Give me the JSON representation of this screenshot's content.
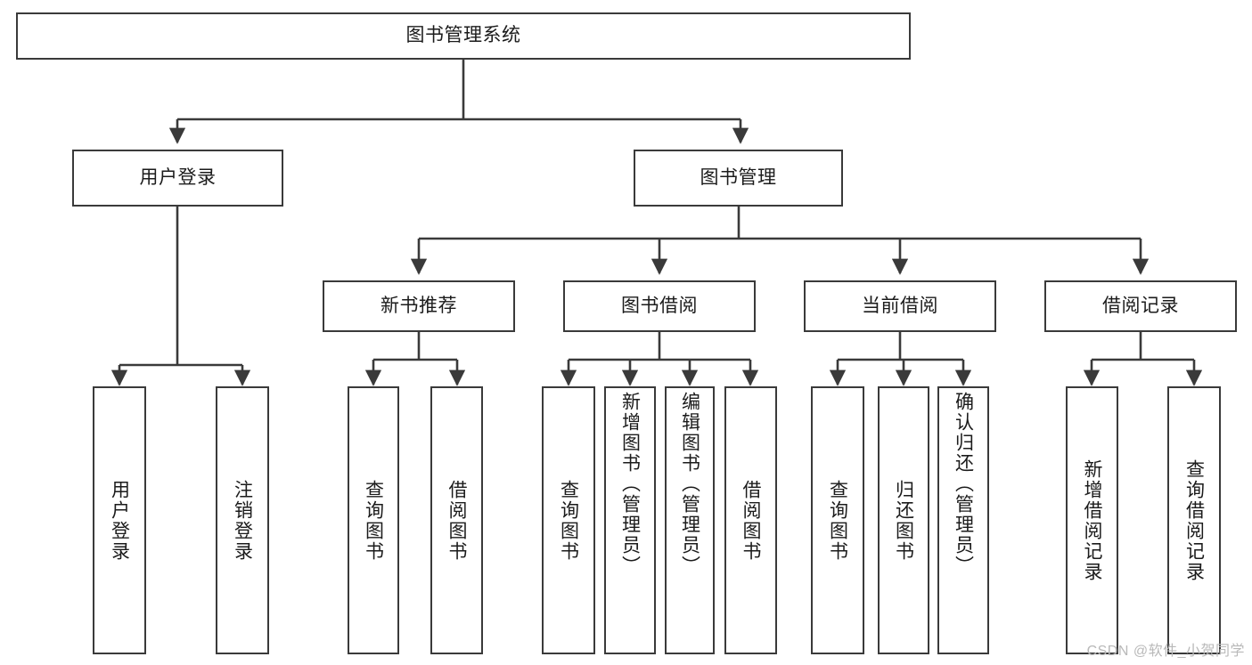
{
  "diagram": {
    "title": "图书管理系统",
    "watermark": "CSDN @软件_小贺同学",
    "colors": {
      "stroke": "#3a3a3a",
      "text": "#1b1b1b",
      "background": "#ffffff",
      "watermark": "#b9b9b9"
    },
    "root": {
      "label": "图书管理系统"
    },
    "level2": [
      {
        "label": "用户登录"
      },
      {
        "label": "图书管理"
      }
    ],
    "level3": [
      {
        "label": "新书推荐"
      },
      {
        "label": "图书借阅"
      },
      {
        "label": "当前借阅"
      },
      {
        "label": "借阅记录"
      }
    ],
    "leaves": [
      {
        "label": "用户登录"
      },
      {
        "label": "注销登录"
      },
      {
        "label": "查询图书"
      },
      {
        "label": "借阅图书"
      },
      {
        "label": "查询图书"
      },
      {
        "label": "新增图书（管理员）"
      },
      {
        "label": "编辑图书（管理员）"
      },
      {
        "label": "借阅图书"
      },
      {
        "label": "查询图书"
      },
      {
        "label": "归还图书"
      },
      {
        "label": "确认归还（管理员）"
      },
      {
        "label": "新增借阅记录"
      },
      {
        "label": "查询借阅记录"
      }
    ]
  },
  "chart_data": {
    "type": "table",
    "title": "图书管理系统",
    "nodes": [
      {
        "id": "root",
        "label": "图书管理系统",
        "level": 0,
        "parent": null
      },
      {
        "id": "n-user-login",
        "label": "用户登录",
        "level": 1,
        "parent": "root"
      },
      {
        "id": "n-book-mgmt",
        "label": "图书管理",
        "level": 1,
        "parent": "root"
      },
      {
        "id": "n-new-book-rec",
        "label": "新书推荐",
        "level": 2,
        "parent": "n-book-mgmt"
      },
      {
        "id": "n-book-borrow",
        "label": "图书借阅",
        "level": 2,
        "parent": "n-book-mgmt"
      },
      {
        "id": "n-current-borrow",
        "label": "当前借阅",
        "level": 2,
        "parent": "n-book-mgmt"
      },
      {
        "id": "n-borrow-record",
        "label": "借阅记录",
        "level": 2,
        "parent": "n-book-mgmt"
      },
      {
        "id": "l1",
        "label": "用户登录",
        "level": 2,
        "parent": "n-user-login"
      },
      {
        "id": "l2",
        "label": "注销登录",
        "level": 2,
        "parent": "n-user-login"
      },
      {
        "id": "l3",
        "label": "查询图书",
        "level": 3,
        "parent": "n-new-book-rec"
      },
      {
        "id": "l4",
        "label": "借阅图书",
        "level": 3,
        "parent": "n-new-book-rec"
      },
      {
        "id": "l5",
        "label": "查询图书",
        "level": 3,
        "parent": "n-book-borrow"
      },
      {
        "id": "l6",
        "label": "新增图书（管理员）",
        "level": 3,
        "parent": "n-book-borrow"
      },
      {
        "id": "l7",
        "label": "编辑图书（管理员）",
        "level": 3,
        "parent": "n-book-borrow"
      },
      {
        "id": "l8",
        "label": "借阅图书",
        "level": 3,
        "parent": "n-book-borrow"
      },
      {
        "id": "l9",
        "label": "查询图书",
        "level": 3,
        "parent": "n-current-borrow"
      },
      {
        "id": "l10",
        "label": "归还图书",
        "level": 3,
        "parent": "n-current-borrow"
      },
      {
        "id": "l11",
        "label": "确认归还（管理员）",
        "level": 3,
        "parent": "n-current-borrow"
      },
      {
        "id": "l12",
        "label": "新增借阅记录",
        "level": 3,
        "parent": "n-borrow-record"
      },
      {
        "id": "l13",
        "label": "查询借阅记录",
        "level": 3,
        "parent": "n-borrow-record"
      }
    ]
  }
}
